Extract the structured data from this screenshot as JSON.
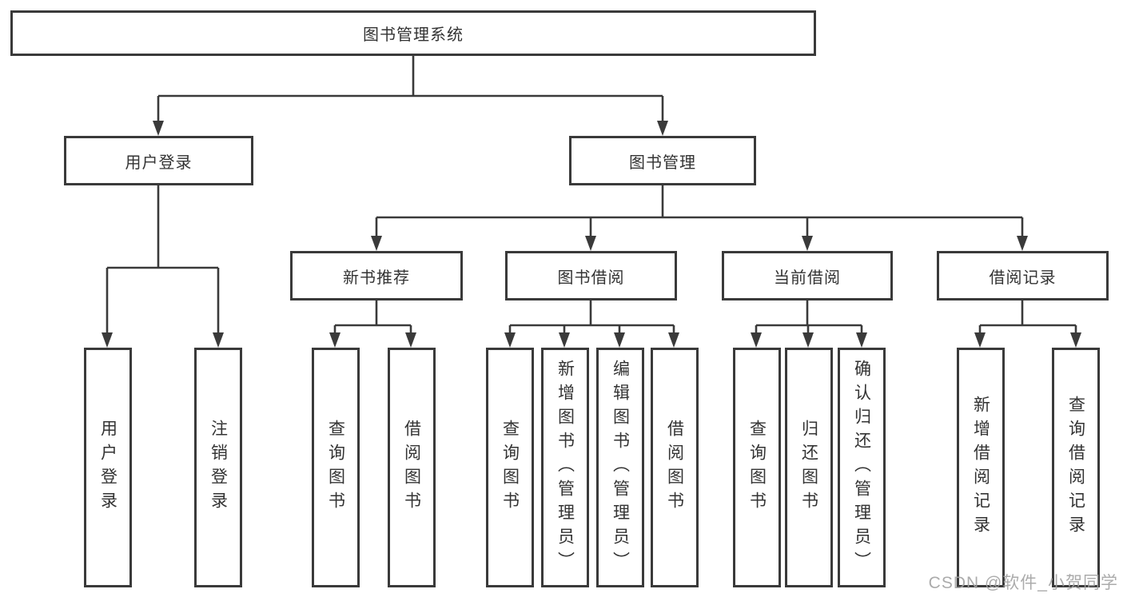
{
  "diagram": {
    "root": {
      "label": "图书管理系统"
    },
    "level2": [
      {
        "label": "用户登录"
      },
      {
        "label": "图书管理"
      }
    ],
    "level3": [
      {
        "label": "新书推荐"
      },
      {
        "label": "图书借阅"
      },
      {
        "label": "当前借阅"
      },
      {
        "label": "借阅记录"
      }
    ],
    "leaves": [
      {
        "label": "用户登录"
      },
      {
        "label": "注销登录"
      },
      {
        "label": "查询图书"
      },
      {
        "label": "借阅图书"
      },
      {
        "label": "查询图书"
      },
      {
        "label": "新增图书（管理员）"
      },
      {
        "label": "编辑图书（管理员）"
      },
      {
        "label": "借阅图书"
      },
      {
        "label": "查询图书"
      },
      {
        "label": "归还图书"
      },
      {
        "label": "确认归还（管理员）"
      },
      {
        "label": "新增借阅记录"
      },
      {
        "label": "查询借阅记录"
      }
    ]
  },
  "watermark": "CSDN @软件_小贺同学",
  "colors": {
    "line": "#3a3a3a",
    "text": "#333333",
    "background": "#ffffff",
    "watermark": "#a3a3a3"
  }
}
